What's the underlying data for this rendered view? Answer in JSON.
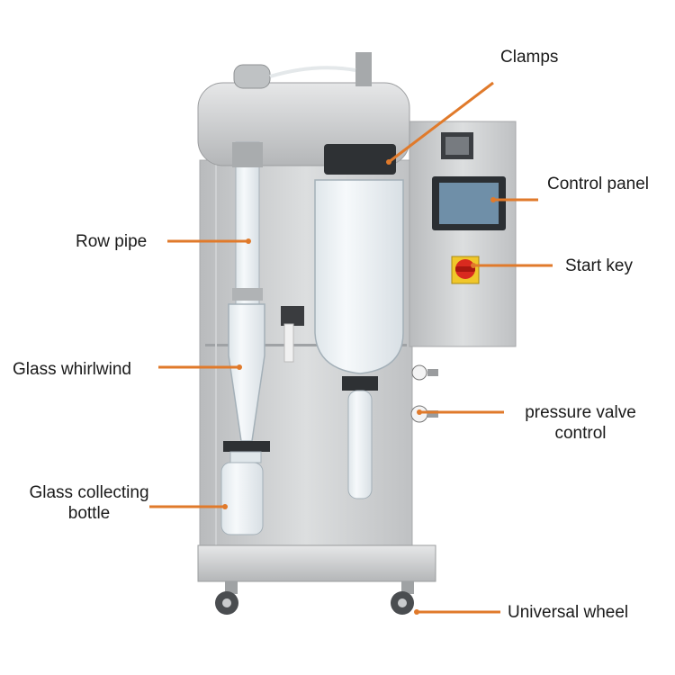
{
  "figure": {
    "subject": "laboratory spray dryer",
    "accent_color": "#e07a2b",
    "steel_color": "#c9cbcd",
    "glass_color": "#e8eef3",
    "labels": {
      "clamps": "Clamps",
      "control_panel": "Control panel",
      "row_pipe": "Row pipe",
      "start_key": "Start key",
      "glass_whirlwind": "Glass whirlwind",
      "pressure_valve_line1": "pressure valve",
      "pressure_valve_line2": "control",
      "glass_collecting_line1": "Glass collecting",
      "glass_collecting_line2": "bottle",
      "universal_wheel": "Universal wheel"
    }
  }
}
